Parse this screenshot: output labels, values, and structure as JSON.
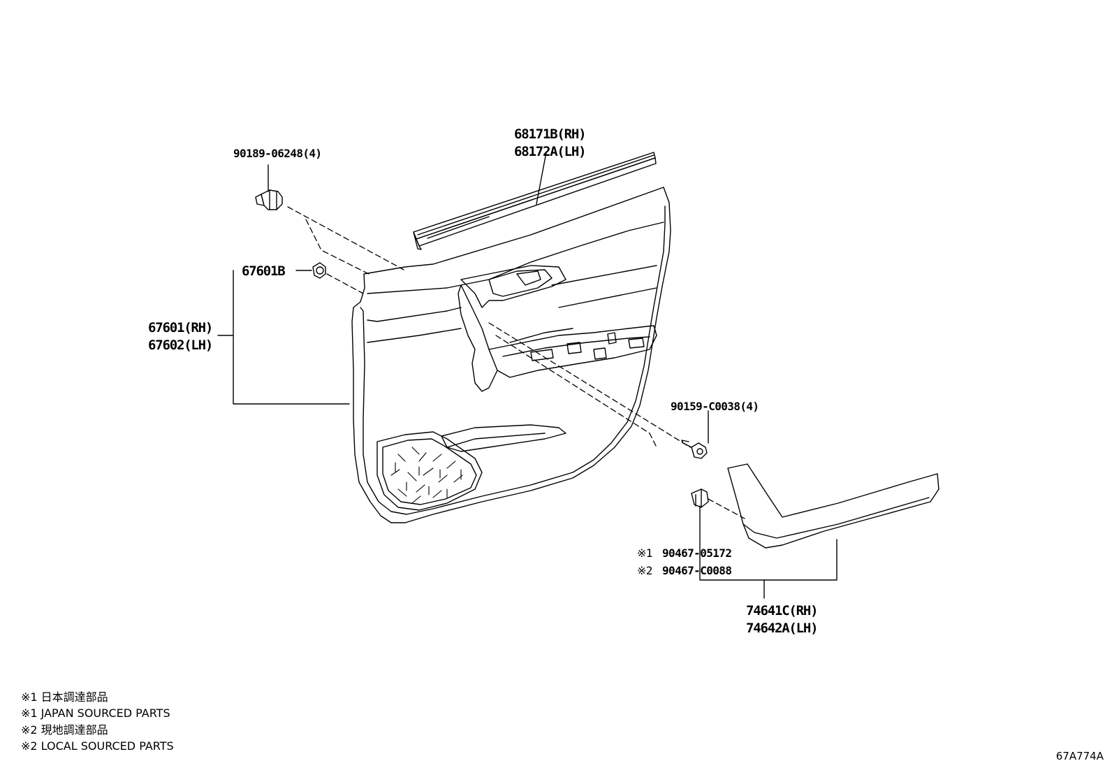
{
  "parts": {
    "glass_weatherstrip_rh": "68171B(RH)",
    "glass_weatherstrip_lh": "68172A(LH)",
    "clip_top": "90189-06248(4)",
    "pin": "67601B",
    "panel_rh": "67601(RH)",
    "panel_lh": "67602(LH)",
    "screw": "90159-C0038(4)",
    "clip_mark1": "※1",
    "clip_japan": "90467-05172",
    "clip_mark2": "※2",
    "clip_local": "90467-C0088",
    "scuff_rh": "74641C(RH)",
    "scuff_lh": "74642A(LH)"
  },
  "notes": [
    "※1 日本調達部品",
    "※1 JAPAN SOURCED PARTS",
    "※2 現地調達部品",
    "※2 LOCAL SOURCED PARTS"
  ],
  "diagram_code": "67A774A"
}
